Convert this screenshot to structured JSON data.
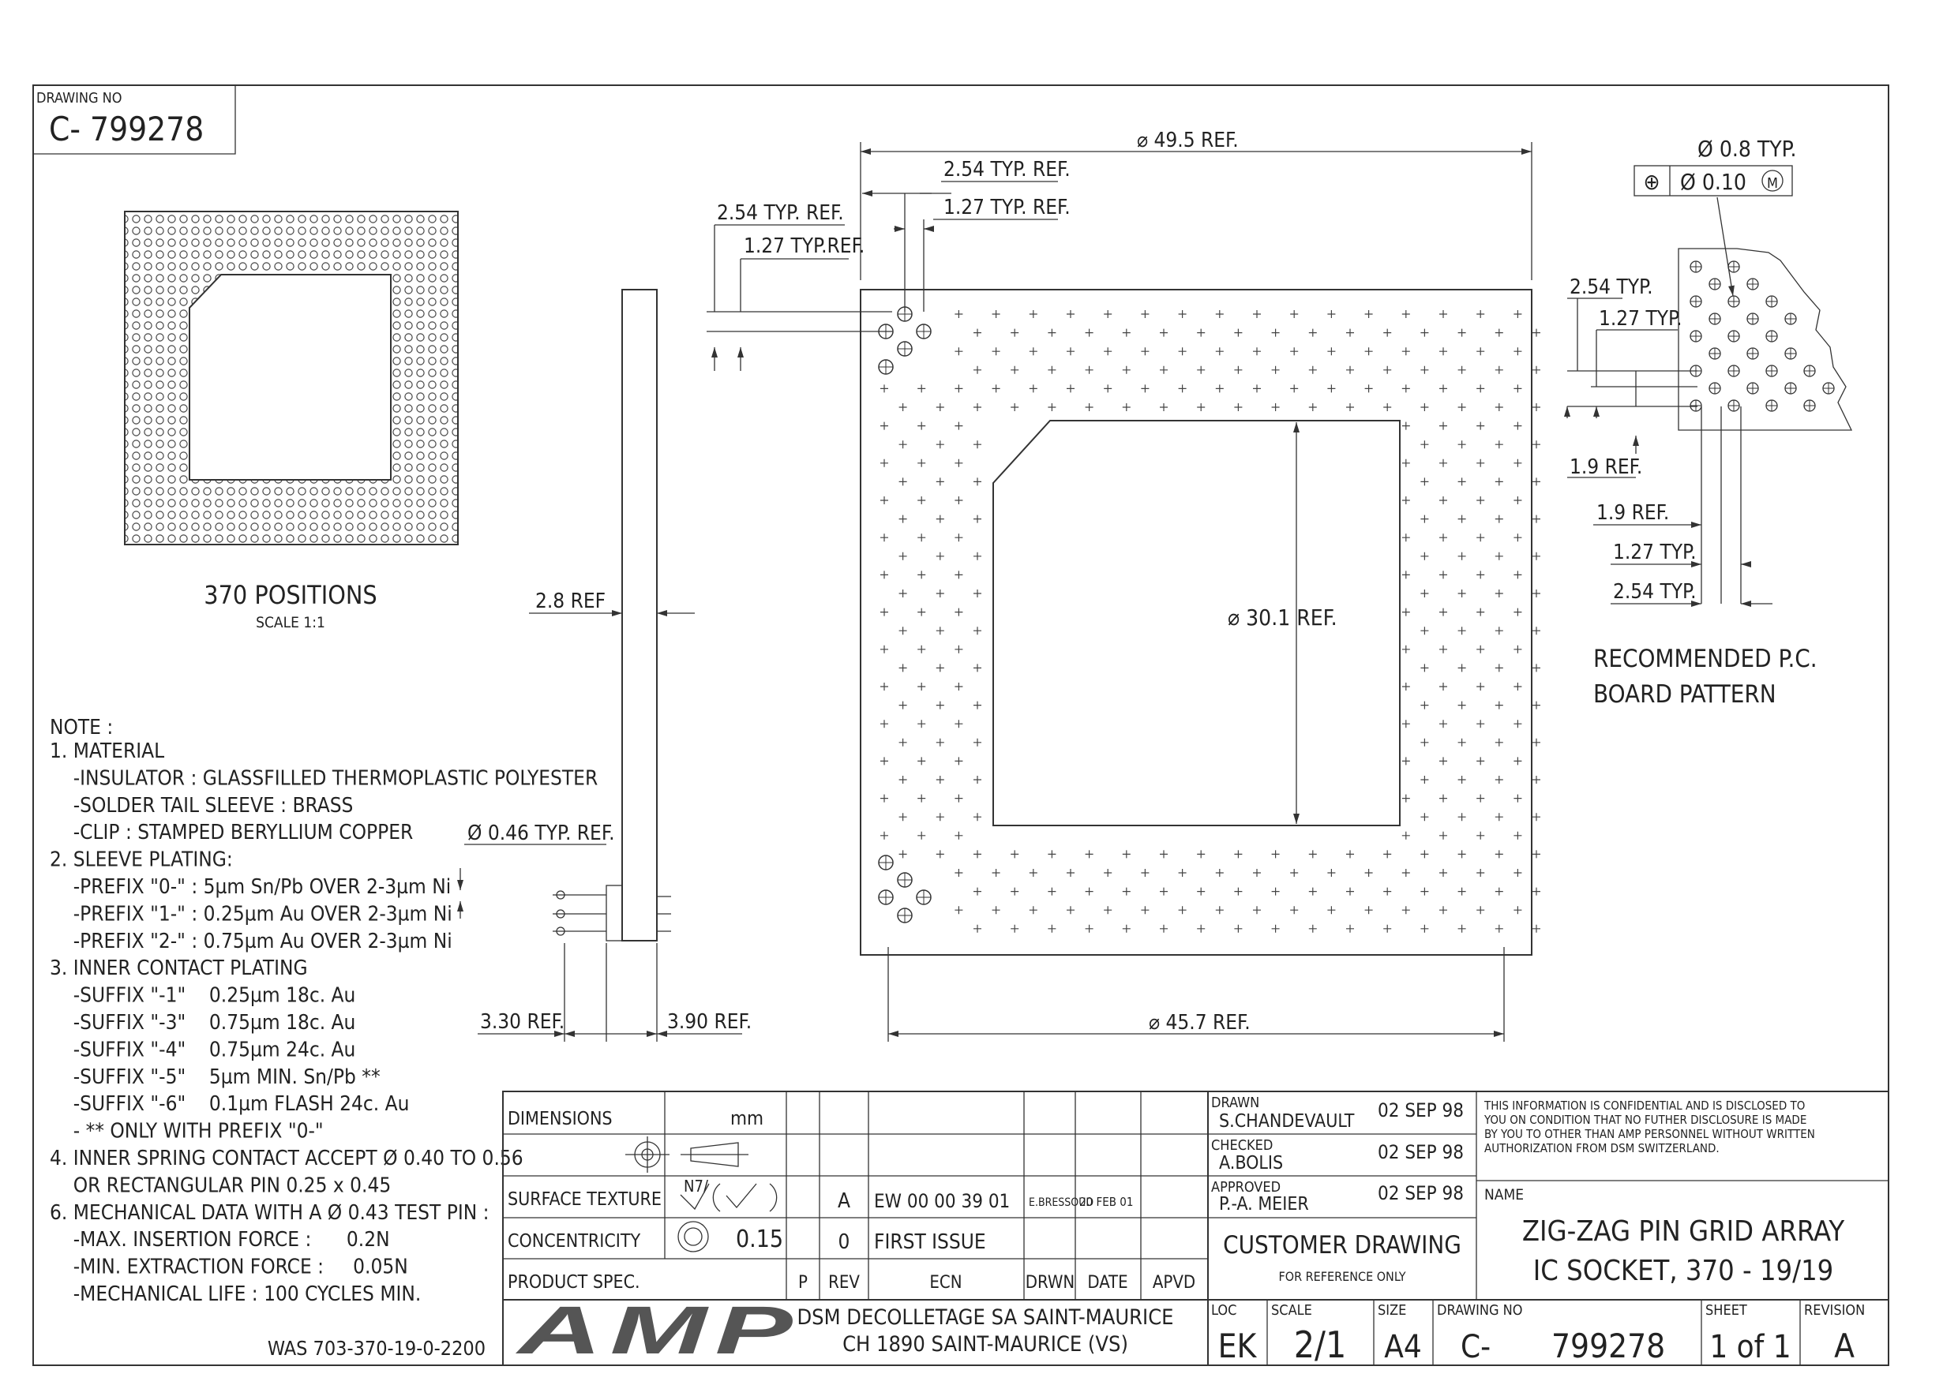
{
  "header": {
    "drawing_no_label": "DRAWING NO",
    "drawing_no": "C-  799278"
  },
  "top_view": {
    "positions": "370 POSITIONS",
    "scale": "SCALE 1:1"
  },
  "dims": {
    "overall": "⌀ 49.5 REF.",
    "inner": "⌀ 30.1 REF.",
    "outer_pins": "⌀ 45.7 REF.",
    "pitch_254_a": "2.54 TYP. REF.",
    "pitch_254_b": "2.54 TYP. REF.",
    "pitch_127_a": "1.27 TYP.REF.",
    "pitch_127_b": "1.27 TYP. REF.",
    "thickness": "2.8 REF",
    "pin_dia": "Ø 0.46 TYP. REF.",
    "tail_a": "3.30 REF.",
    "tail_b": "3.90 REF."
  },
  "pcb": {
    "hole_dia": "Ø 0.8 TYP.",
    "fcf_symbol": "⊕",
    "fcf_tol": "Ø 0.10",
    "fcf_mod": "M",
    "d1": "2.54 TYP.",
    "d2": "1.27 TYP.",
    "d3": "1.9 REF.",
    "d4": "1.9 REF.",
    "d5": "1.27 TYP.",
    "d6": "2.54 TYP.",
    "caption1": "RECOMMENDED P.C.",
    "caption2": "BOARD PATTERN"
  },
  "notes": [
    "NOTE :",
    "1. MATERIAL",
    "   -INSULATOR : GLASSFILLED THERMOPLASTIC POLYESTER",
    "   -SOLDER TAIL SLEEVE : BRASS",
    "   -CLIP : STAMPED BERYLLIUM COPPER",
    "2. SLEEVE PLATING:",
    "   -PREFIX \"0-\" : 5µm Sn/Pb OVER 2-3µm Ni",
    "   -PREFIX \"1-\" : 0.25µm Au OVER 2-3µm Ni",
    "   -PREFIX \"2-\" : 0.75µm Au OVER 2-3µm Ni",
    "3. INNER CONTACT PLATING",
    "   -SUFFIX \"-1\"    0.25µm 18c. Au",
    "   -SUFFIX \"-3\"    0.75µm 18c. Au",
    "   -SUFFIX \"-4\"    0.75µm 24c. Au",
    "   -SUFFIX \"-5\"    5µm MIN. Sn/Pb **",
    "   -SUFFIX \"-6\"    0.1µm FLASH 24c. Au",
    "   - ** ONLY WITH PREFIX \"0-\"",
    "4. INNER SPRING CONTACT ACCEPT Ø 0.40 TO 0.56",
    "   OR RECTANGULAR PIN 0.25 x 0.45",
    "6. MECHANICAL DATA WITH A Ø 0.43 TEST PIN :",
    "   -MAX. INSERTION FORCE :      0.2N",
    "   -MIN. EXTRACTION FORCE :     0.05N",
    "   -MECHANICAL LIFE : 100 CYCLES MIN."
  ],
  "was": "WAS 703-370-19-0-2200",
  "title_block": {
    "dimensions_label": "DIMENSIONS",
    "dimensions_unit": "mm",
    "surface_texture": "SURFACE TEXTURE",
    "surface_value": "N7/",
    "concentricity": "CONCENTRICITY",
    "concentricity_value": "0.15",
    "product_spec": "PRODUCT SPEC.",
    "rev_headers": [
      "P",
      "REV",
      "ECN",
      "DRWN",
      "DATE",
      "APVD"
    ],
    "rev_rows": [
      {
        "rev": "A",
        "ecn": "EW 00 00 39 01",
        "drwn": "E.BRESSOUD",
        "date": "20 FEB 01"
      },
      {
        "rev": "0",
        "ecn": "FIRST ISSUE",
        "drwn": "",
        "date": ""
      }
    ],
    "drawn_label": "DRAWN",
    "drawn_name": "S.CHANDEVAULT",
    "drawn_date": "02 SEP 98",
    "checked_label": "CHECKED",
    "checked_name": "A.BOLIS",
    "checked_date": "02 SEP 98",
    "approved_label": "APPROVED",
    "approved_name": "P.-A. MEIER",
    "approved_date": "02 SEP 98",
    "customer_drawing": "CUSTOMER DRAWING",
    "reference_only": "FOR REFERENCE ONLY",
    "confidential": [
      "THIS INFORMATION IS CONFIDENTIAL AND IS DISCLOSED TO",
      "YOU ON CONDITION THAT NO FUTHER DISCLOSURE IS MADE",
      "BY YOU TO OTHER THAN AMP PERSONNEL WITHOUT WRITTEN",
      "AUTHORIZATION FROM DSM SWITZERLAND."
    ],
    "name_label": "NAME",
    "name1": "ZIG-ZAG PIN GRID ARRAY",
    "name2": "IC SOCKET, 370 - 19/19",
    "logo": "AMP",
    "company1": "DSM DECOLLETAGE SA SAINT-MAURICE",
    "company2": "CH 1890 SAINT-MAURICE (VS)",
    "loc_label": "LOC",
    "loc": "EK",
    "scale_label": "SCALE",
    "scale": "2/1",
    "size_label": "SIZE",
    "size": "A4",
    "drawing_no_label": "DRAWING NO",
    "drawing_no_prefix": "C-",
    "drawing_no": "799278",
    "sheet_label": "SHEET",
    "sheet": "1 of 1",
    "revision_label": "REVISION",
    "revision": "A"
  }
}
